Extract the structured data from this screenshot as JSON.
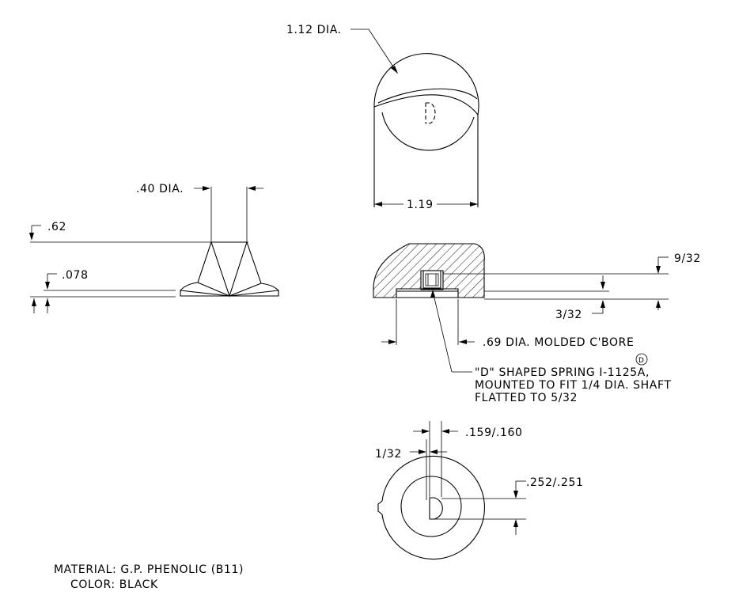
{
  "top_view": {
    "dia_label": "1.12 DIA.",
    "width_label": "1.19",
    "d_mark": "D"
  },
  "side_view": {
    "shaft_dia_label": ".40 DIA.",
    "height_label": ".62",
    "base_label": ".078"
  },
  "section_view": {
    "top_dim_label": "9/32",
    "bottom_dim_label": "3/32",
    "cbore_label": ".69 DIA. MOLDED C'BORE",
    "spring_circle_mark": "D",
    "spring_note_lines": [
      "\"D\" SHAPED SPRING I-1125A,",
      "MOUNTED TO FIT 1/4 DIA. SHAFT",
      "FLATTED TO 5/32"
    ]
  },
  "bottom_view": {
    "slot_label": ".159/.160",
    "offset_label": "1/32",
    "bore_label": ".252/.251"
  },
  "notes": {
    "material": "MATERIAL: G.P. PHENOLIC (B11)",
    "color": "COLOR: BLACK"
  }
}
